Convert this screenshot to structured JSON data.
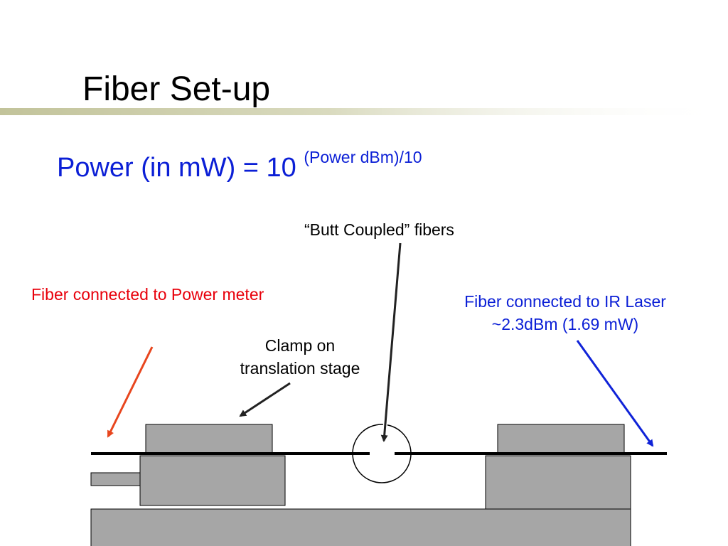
{
  "slide": {
    "title": "Fiber Set-up",
    "formula": {
      "base": "Power (in mW) = 10",
      "exponent": "(Power dBm)/10"
    }
  },
  "labels": {
    "butt_coupled": "“Butt Coupled” fibers",
    "power_meter": "Fiber connected to Power meter",
    "ir_laser_line1": "Fiber connected to IR Laser",
    "ir_laser_line2": "~2.3dBm (1.69 mW)",
    "clamp_line1": "Clamp on",
    "clamp_line2": "translation stage"
  },
  "colors": {
    "accent_bar": "#c8c8a0",
    "title_text": "#000000",
    "formula_text": "#0b1fd6",
    "power_meter_label": "#e8000b",
    "power_meter_arrow": "#e8461e",
    "ir_laser_label": "#0b1fd6",
    "ir_laser_arrow": "#1023d8",
    "hardware_fill": "#a6a6a6",
    "hardware_stroke": "#000000",
    "fiber": "#000000"
  }
}
